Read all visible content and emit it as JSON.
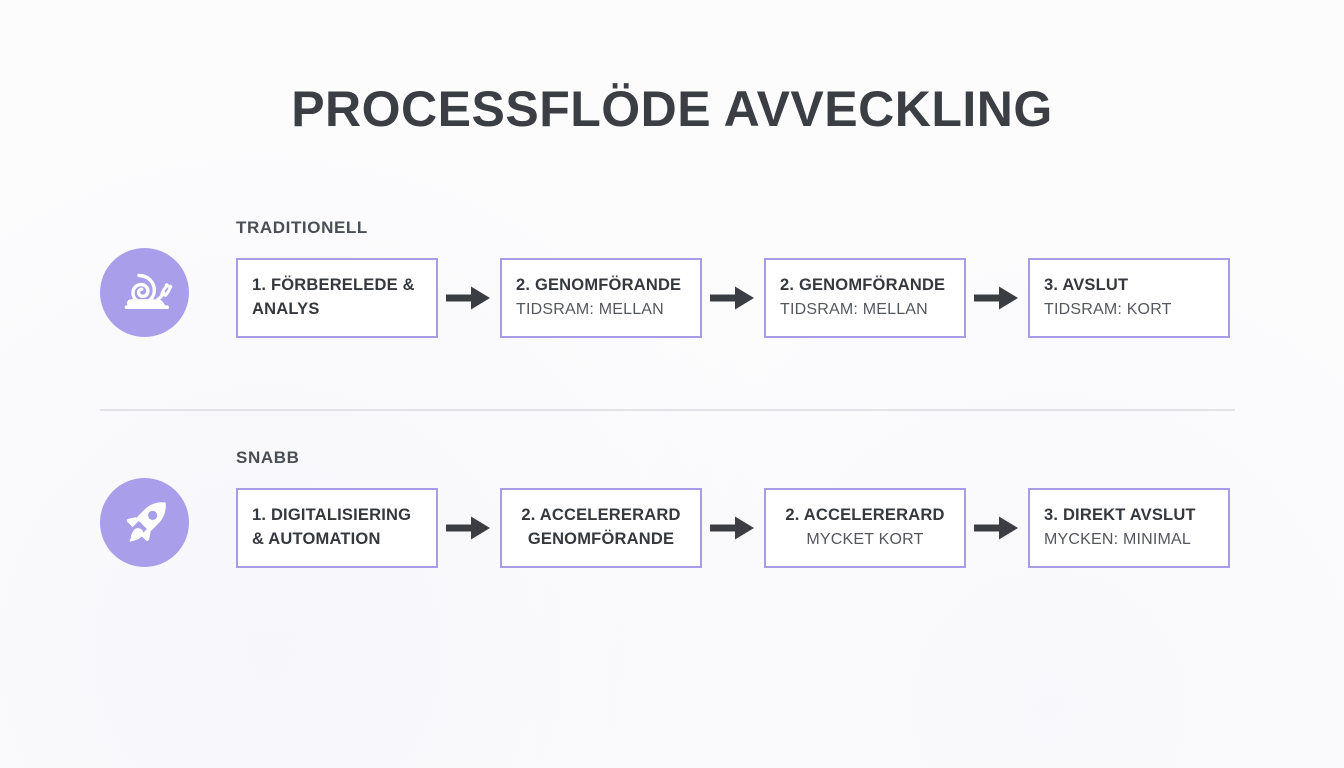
{
  "title": "PROCESSFLÖDE AVVECKLING",
  "colors": {
    "accent_purple": "#a79ce8",
    "icon_circle": "#a89ee9",
    "title_text": "#3b3f43",
    "primary_text": "#35393d",
    "secondary_text": "#54585d",
    "divider": "#e2e2e6",
    "arrow": "#3a3d42",
    "background": "#fcfcfd"
  },
  "rows": [
    {
      "label": "TRADITIONELL",
      "icon": "snail-icon",
      "steps": [
        {
          "primary": "1. FÖRBERELEDE &",
          "secondary": "ANALYS",
          "secondary_bold": true,
          "align": "left"
        },
        {
          "primary": "2. GENOMFÖRANDE",
          "secondary": "TIDSRAM: MELLAN",
          "secondary_bold": false,
          "align": "left"
        },
        {
          "primary": "2. GENOMFÖRANDE",
          "secondary": "TIDSRAM: MELLAN",
          "secondary_bold": false,
          "align": "left"
        },
        {
          "primary": "3. AVSLUT",
          "secondary": "TIDSRAM: KORT",
          "secondary_bold": false,
          "align": "left"
        }
      ],
      "arrows": [
        "arrow-right-icon",
        "arrow-right-icon",
        "arrow-right-icon"
      ]
    },
    {
      "label": "SNABB",
      "icon": "rocket-icon",
      "steps": [
        {
          "primary": "1. DIGITALISIERING",
          "secondary": "& AUTOMATION",
          "secondary_bold": true,
          "align": "left"
        },
        {
          "primary": "2. ACCELERERARD",
          "secondary": "GENOMFÖRANDE",
          "secondary_bold": true,
          "align": "center"
        },
        {
          "primary": "2. ACCELERERARD",
          "secondary": "MYCKET KORT",
          "secondary_bold": false,
          "align": "center"
        },
        {
          "primary": "3. DIREKT AVSLUT",
          "secondary": "MYCKEN: MINIMAL",
          "secondary_bold": false,
          "align": "left"
        }
      ],
      "arrows": [
        "arrow-right-icon",
        "arrow-right-icon",
        "arrow-right-icon"
      ]
    }
  ]
}
